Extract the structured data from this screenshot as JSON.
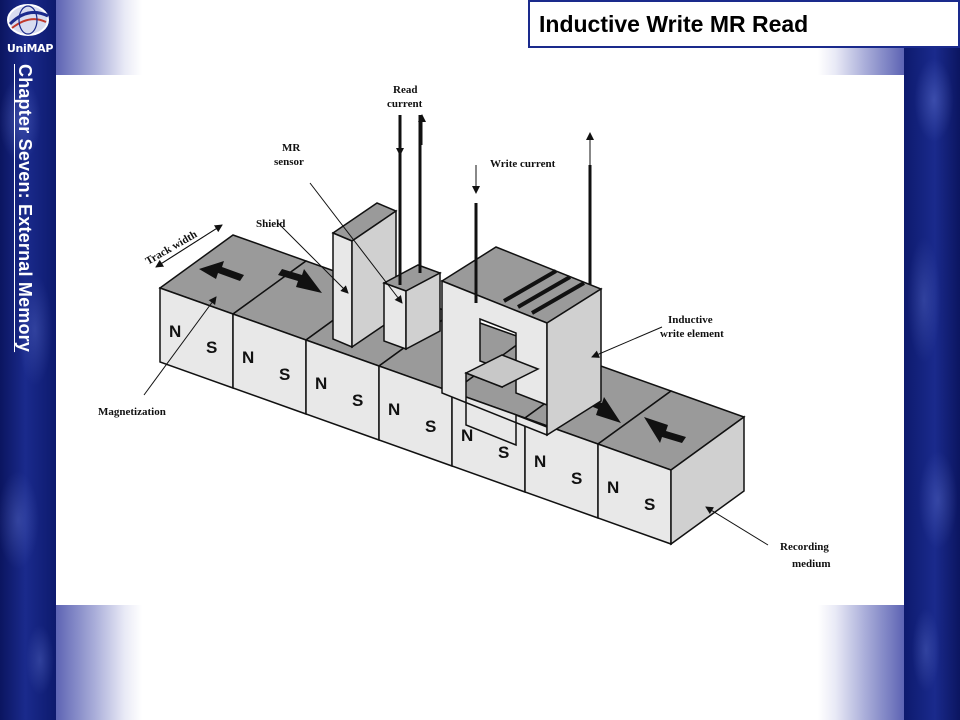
{
  "header": {
    "logo_text": "UniMAP",
    "chapter": "Chapter Seven: External Memory",
    "title": "Inductive Write MR Read"
  },
  "diagram": {
    "labels": {
      "read_current_1": "Read",
      "read_current_2": "current",
      "mr_sensor_1": "MR",
      "mr_sensor_2": "sensor",
      "write_current": "Write current",
      "shield": "Shield",
      "track_width": "Track width",
      "inductive_1": "Inductive",
      "inductive_2": "write element",
      "magnetization": "Magnetization",
      "recording_1": "Recording",
      "recording_2": "medium"
    },
    "poles": {
      "north": "N",
      "south": "S"
    }
  }
}
